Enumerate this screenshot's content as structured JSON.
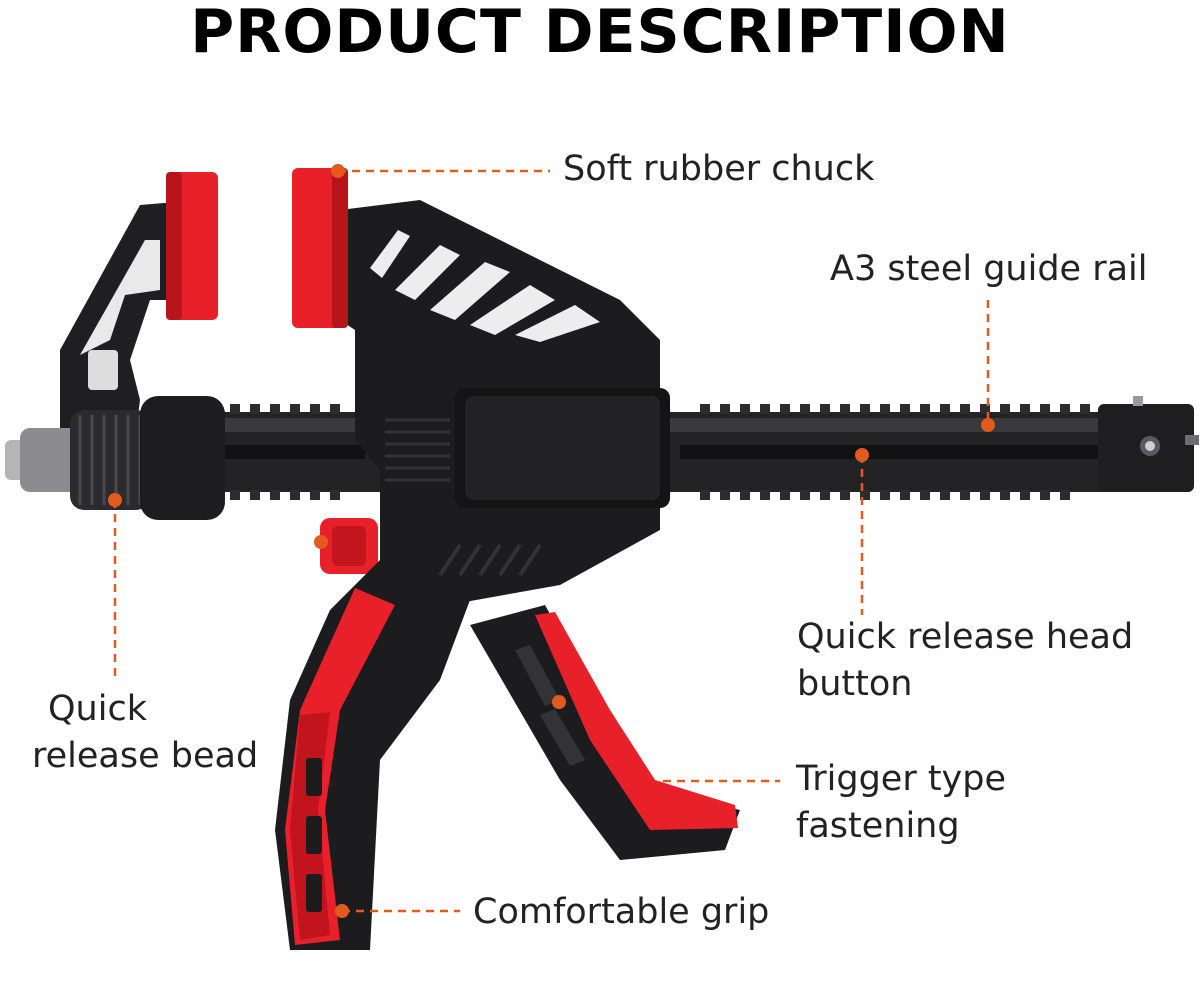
{
  "title": "PRODUCT DESCRIPTION",
  "callouts": {
    "soft_rubber_chuck": "Soft rubber chuck",
    "steel_guide_rail": "A3 steel guide rail",
    "quick_release_head_button_line1": "Quick release head",
    "quick_release_head_button_line2": "button",
    "quick_release_bead_line1": "Quick",
    "quick_release_bead_line2": "release bead",
    "trigger_type_line1": "Trigger type",
    "trigger_type_line2": "fastening",
    "comfortable_grip": "Comfortable grip"
  },
  "colors": {
    "accent_red": "#e8202a",
    "leader_orange": "#e35a1f",
    "body_black": "#1c1c1e",
    "rail_dark": "#2a2a2c"
  },
  "icons": {
    "product": "quick-clamp-illustration"
  }
}
